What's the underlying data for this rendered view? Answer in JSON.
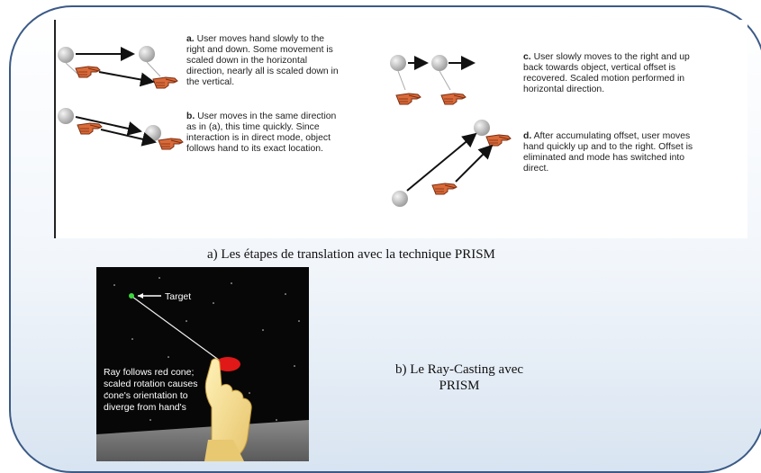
{
  "figure_a": {
    "steps": [
      {
        "letter": "a.",
        "text": "User moves hand slowly to the right and down.  Some movement is scaled down in the horizontal direction, nearly all is scaled down in the vertical."
      },
      {
        "letter": "b.",
        "text": "User moves in the same direction as in (a), this time quickly.  Since interaction is in direct mode, object follows hand to its exact location."
      },
      {
        "letter": "c.",
        "text": "User slowly moves to the right and up back towards object, vertical offset is recovered.  Scaled motion performed in horizontal direction."
      },
      {
        "letter": "d.",
        "text": "After accumulating offset, user moves hand quickly up and to the right.  Offset is eliminated and mode has switched into direct."
      }
    ],
    "caption": "a) Les étapes de translation avec la technique PRISM"
  },
  "figure_b": {
    "target_label": "Target",
    "ray_label_lines": [
      "Ray follows red cone;",
      "scaled rotation causes",
      "cone's orientation to",
      "diverge from hand's"
    ],
    "caption_line1": "b) Le Ray-Casting avec",
    "caption_line2": "PRISM"
  },
  "colors": {
    "panel_border": "#3b5a86",
    "sphere": "#c8c8c8",
    "hand": "#d96a3a",
    "cone": "#e01818"
  },
  "icons": [
    "pointing-hand-icon",
    "sphere-object-icon",
    "arrow-icon"
  ]
}
